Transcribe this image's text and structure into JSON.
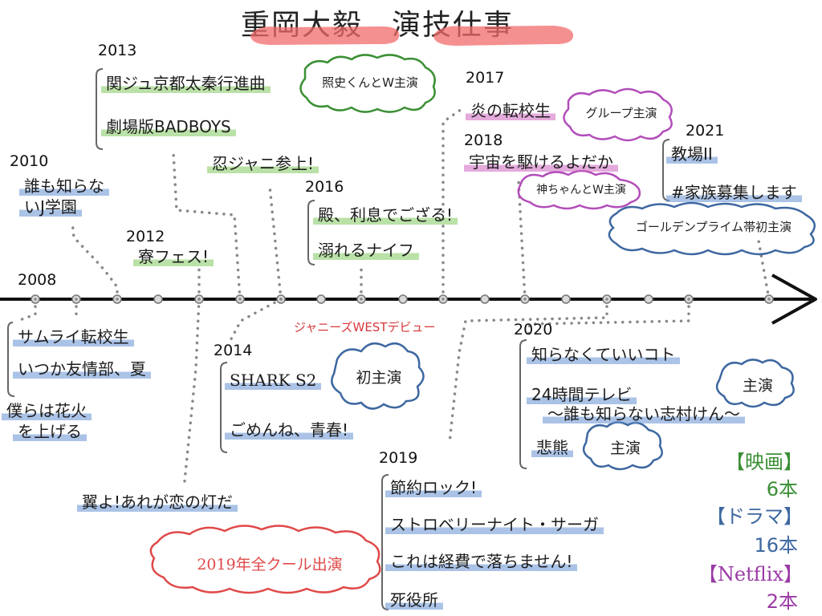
{
  "title": [
    "重岡大毅",
    "演技仕事"
  ],
  "colors": {
    "title_highlight": "#f26b6b",
    "movie": "#3a8f34",
    "drama": "#3d67a0",
    "netflix": "#9a3aa6",
    "debut_note": "#d6383b",
    "bubble_green": "#3a8f34",
    "bubble_blue": "#3d67a0",
    "bubble_pink": "#b24dba",
    "bubble_red": "#e04848"
  },
  "years": {
    "y2008": "2008",
    "y2010": "2010",
    "y2012": "2012",
    "y2013": "2013",
    "y2014": "2014",
    "y2016": "2016",
    "y2017": "2017",
    "y2018": "2018",
    "y2019": "2019",
    "y2020": "2020",
    "y2021": "2021"
  },
  "works": {
    "samurai": "サムライ転校生",
    "itsuka": "いつか友情部、夏",
    "bokura_1": "僕らは花火",
    "bokura_2": "を上げる",
    "daremo_1": "誰も知らな",
    "daremo_2": "いJ学園",
    "ryo": "寮フェス!",
    "kanju": "関ジュ京都太秦行進曲",
    "badboys": "劇場版BADBOYS",
    "shinobi": "忍ジャニ参上!",
    "shark": "SHARK S2",
    "gomenne": "ごめんね、青春!",
    "tsubasa": "翼よ!あれが恋の灯だ",
    "tono": "殿、利息でござる!",
    "oboreru": "溺れるナイフ",
    "honoo": "炎の転校生",
    "uchuu": "宇宙を駆けるよだか",
    "setsuyaku": "節約ロック!",
    "strawberry": "ストロベリーナイト・サーガ",
    "keihi": "これは経費で落ちません!",
    "shiyakusho": "死役所",
    "shiranakute": "知らなくていいコト",
    "terebi_1": "24時間テレビ",
    "terebi_2": "～誰も知らない志村けん～",
    "hitai": "悲熊",
    "kyojo": "教場II",
    "kazoku": "#家族募集します"
  },
  "notes": {
    "debut": "ジャニーズWESTデビュー",
    "teruchi": "照史くんとW主演",
    "group": "グループ主演",
    "kami": "神ちゃんとW主演",
    "golden": "ゴールデンプライム帯初主演",
    "first_lead": "初主演",
    "lead_1": "主演",
    "lead_2": "主演",
    "all_cour": "2019年全クール出演"
  },
  "stats": {
    "movie_label": "【映画】",
    "movie_count": "6本",
    "drama_label": "【ドラマ】",
    "drama_count": "16本",
    "netflix_label": "【Netflix】",
    "netflix_count": "2本"
  }
}
